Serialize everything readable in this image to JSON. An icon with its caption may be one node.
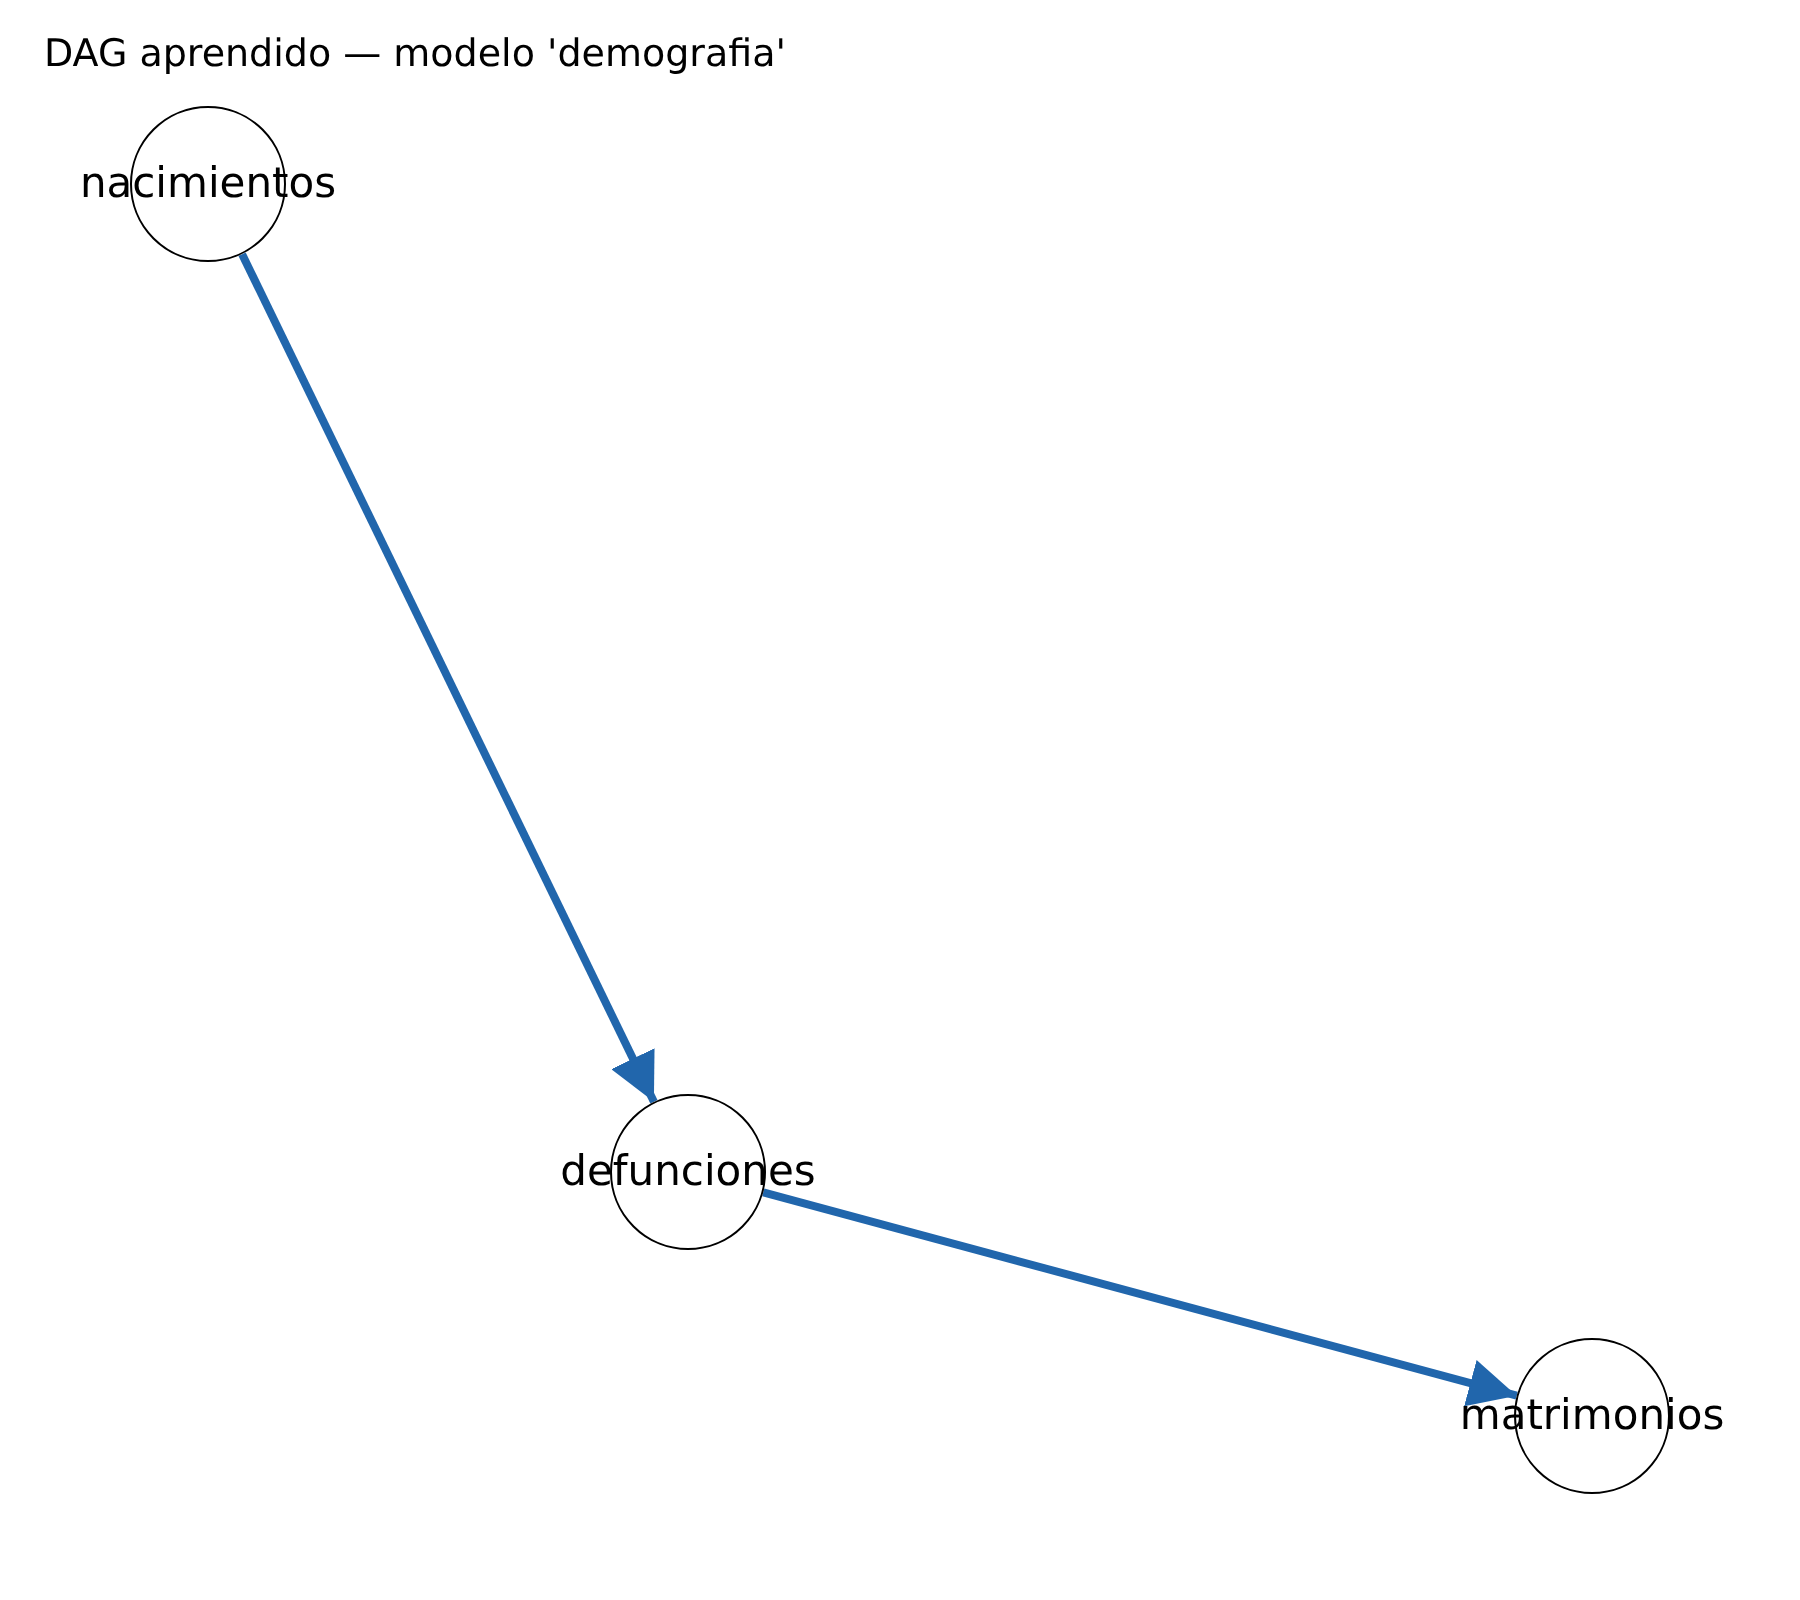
{
  "diagram": {
    "title": "DAG aprendido — modelo 'demografia'",
    "nodes": [
      {
        "text": [
          "nacimientos"
        ]
      },
      {
        "text": [
          "defunciones"
        ]
      },
      {
        "text": [
          "matrimonios"
        ]
      }
    ],
    "edges": [
      {
        "from": 0,
        "to": 1,
        "arrow": "to"
      },
      {
        "from": 1,
        "to": 2,
        "arrow": "to"
      }
    ]
  }
}
